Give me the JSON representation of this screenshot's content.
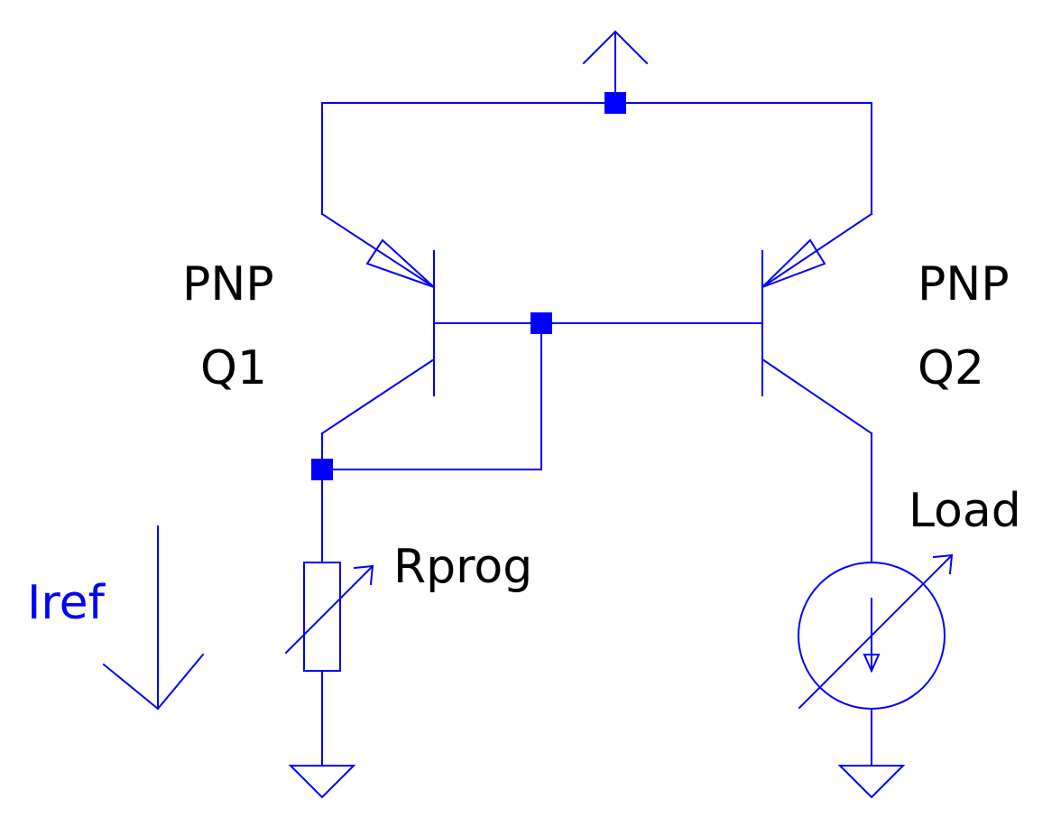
{
  "labels": {
    "q1_type": "PNP",
    "q1_name": "Q1",
    "q2_type": "PNP",
    "q2_name": "Q2",
    "rprog": "Rprog",
    "load": "Load",
    "iref": "Iref"
  },
  "colors": {
    "wire": "#0000ff",
    "node": "#0000ff",
    "text": "#000000",
    "iref_text": "#0000ff",
    "background": "#ffffff"
  }
}
